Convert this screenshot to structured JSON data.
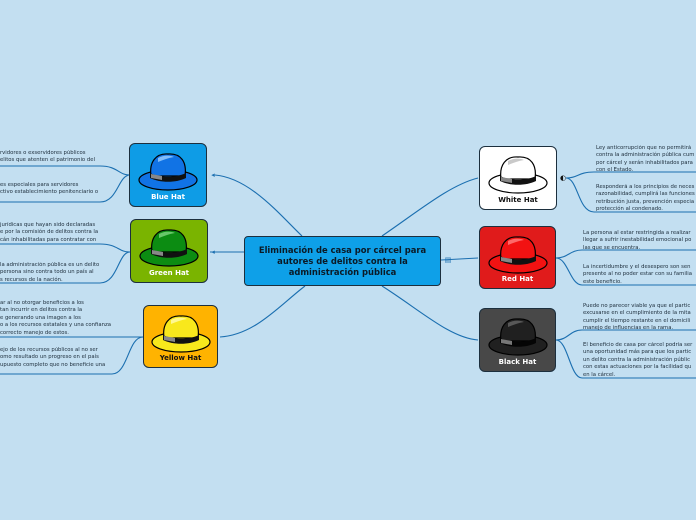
{
  "central_topic": "Eliminación de casa por cárcel para autores de delitos contra la administración pública",
  "branches": {
    "blue": {
      "label": "Blue Hat",
      "color": "#0e9ce6",
      "hat_color": "#1173e5",
      "notes": [
        "rvidores o exservidores públicos\nelitos que atenten el patrimonio del",
        "es especiales para servidores\nctivo establecimiento penitenciario o"
      ]
    },
    "green": {
      "label": "Green Hat",
      "color": "#7ab400",
      "hat_color": "#0c8c12",
      "notes": [
        "jurídicas que hayan sido declaradas\ne por la comisión de delitos contra la\ncán inhabilitadas para contratar con",
        "la administración pública es un delito\n persona sino contra todo un país al\ns recursos de la nación."
      ]
    },
    "yellow": {
      "label": "Yellow Hat",
      "color": "#ffb300",
      "hat_color": "#f8e81c",
      "notes": [
        "ar al no otorgar beneficios a los\ntan incurrir en delitos contra la\ne generando una imagen a los\no a los recursos estatales y una confianza\n correcto manejo de estos.",
        "ejo de los recursos públicos al no ser\nomo resultado un progreso en el país\nupuesto completo que no beneficie una"
      ]
    },
    "white": {
      "label": "White Hat",
      "color": "#ffffff",
      "hat_color": "#ffffff",
      "notes": [
        "Ley anticorrupción que no permitirá\ncontra la administración pública cum\npor cárcel y serán inhabilitados para\ncon el Estado.",
        "Responderá a los principios de neces\nrazonabilidad, cumplirá las funciones\nretribución justa, prevención especia\nprotección al condenado."
      ]
    },
    "red": {
      "label": "Red Hat",
      "color": "#e01b1b",
      "hat_color": "#f21212",
      "notes": [
        "La persona al estar restringida a realizar\nllegar a sufrir inestabilidad emocional po\nlas que se encuentra.",
        "La incertidumbre y el desespero son sen\npresente al no poder estar con su familia\neste beneficio."
      ]
    },
    "black": {
      "label": "Black Hat",
      "color": "#484848",
      "hat_color": "#202020",
      "notes": [
        "Puede no parecer viable ya que el partic\nexcusarse en el cumplimiento de la mita\ncumplir el tiempo restante en el domicili\nmanejo de influencias en la rama.",
        "El beneficio de casa por cárcel podría ser\nuna oportunidad más para que los partic\nun delito contra la administración públic\ncon estas actuaciones por la facilidad qu\nen la cárcel."
      ]
    }
  }
}
